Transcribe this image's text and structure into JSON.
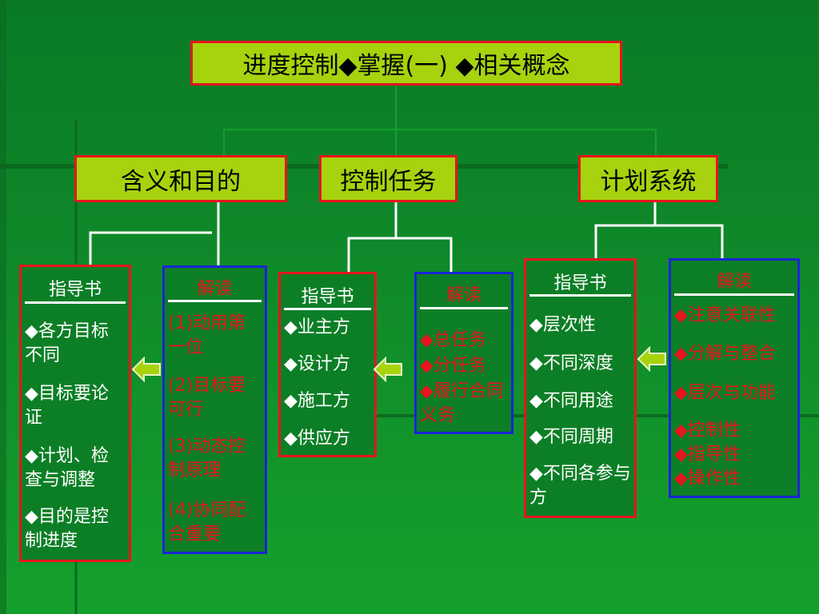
{
  "title": "进度控制◆掌握(一) ◆相关概念",
  "categories": [
    {
      "label": "含义和目的"
    },
    {
      "label": "控制任务"
    },
    {
      "label": "计划系统"
    }
  ],
  "boxes": [
    {
      "heading": "指导书",
      "items": [
        "◆各方目标不同",
        "◆目标要论证",
        "◆计划、检查与调整",
        "◆目的是控制进度"
      ]
    },
    {
      "heading": "解读",
      "items": [
        "(1)动用第一位",
        "(2)目标要可行",
        "(3)动态控制原理",
        "(4)协同配合重要"
      ]
    },
    {
      "heading": "指导书",
      "items": [
        "◆业主方",
        "◆设计方",
        "◆施工方",
        "◆供应方"
      ]
    },
    {
      "heading": "解读",
      "items": [
        "◆总任务",
        "◆分任务",
        "◆履行合同义务"
      ]
    },
    {
      "heading": "指导书",
      "items": [
        "◆层次性",
        "◆不同深度",
        "◆不同用途",
        "◆不同周期",
        "◆不同各参与方"
      ]
    },
    {
      "heading": "解读",
      "items": [
        "◆注意关联性",
        "◆分解与整合",
        "◆层次与功能",
        "◆控制性",
        "◆指导性",
        "◆操作性"
      ]
    }
  ],
  "colors": {
    "header_fill": "#a6d30e",
    "guide_border": "#e8141e",
    "note_border": "#1a24d6",
    "note_text": "#e8141e"
  }
}
